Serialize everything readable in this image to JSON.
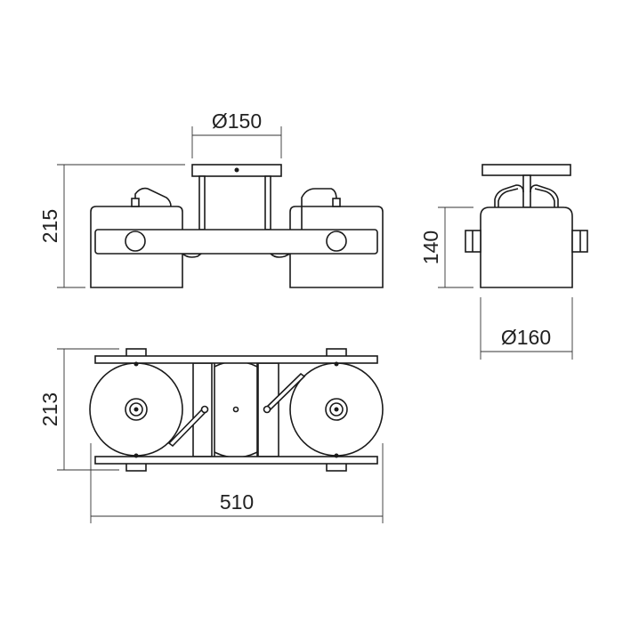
{
  "title": "Dimension drawing - two-spot ceiling light",
  "dimensions": {
    "canopy_diameter": "Ø150",
    "total_height": "215",
    "shade_height": "140",
    "shade_diameter": "Ø160",
    "depth": "213",
    "length": "510"
  },
  "colors": {
    "line": "#1a1a1a",
    "background": "#ffffff"
  }
}
